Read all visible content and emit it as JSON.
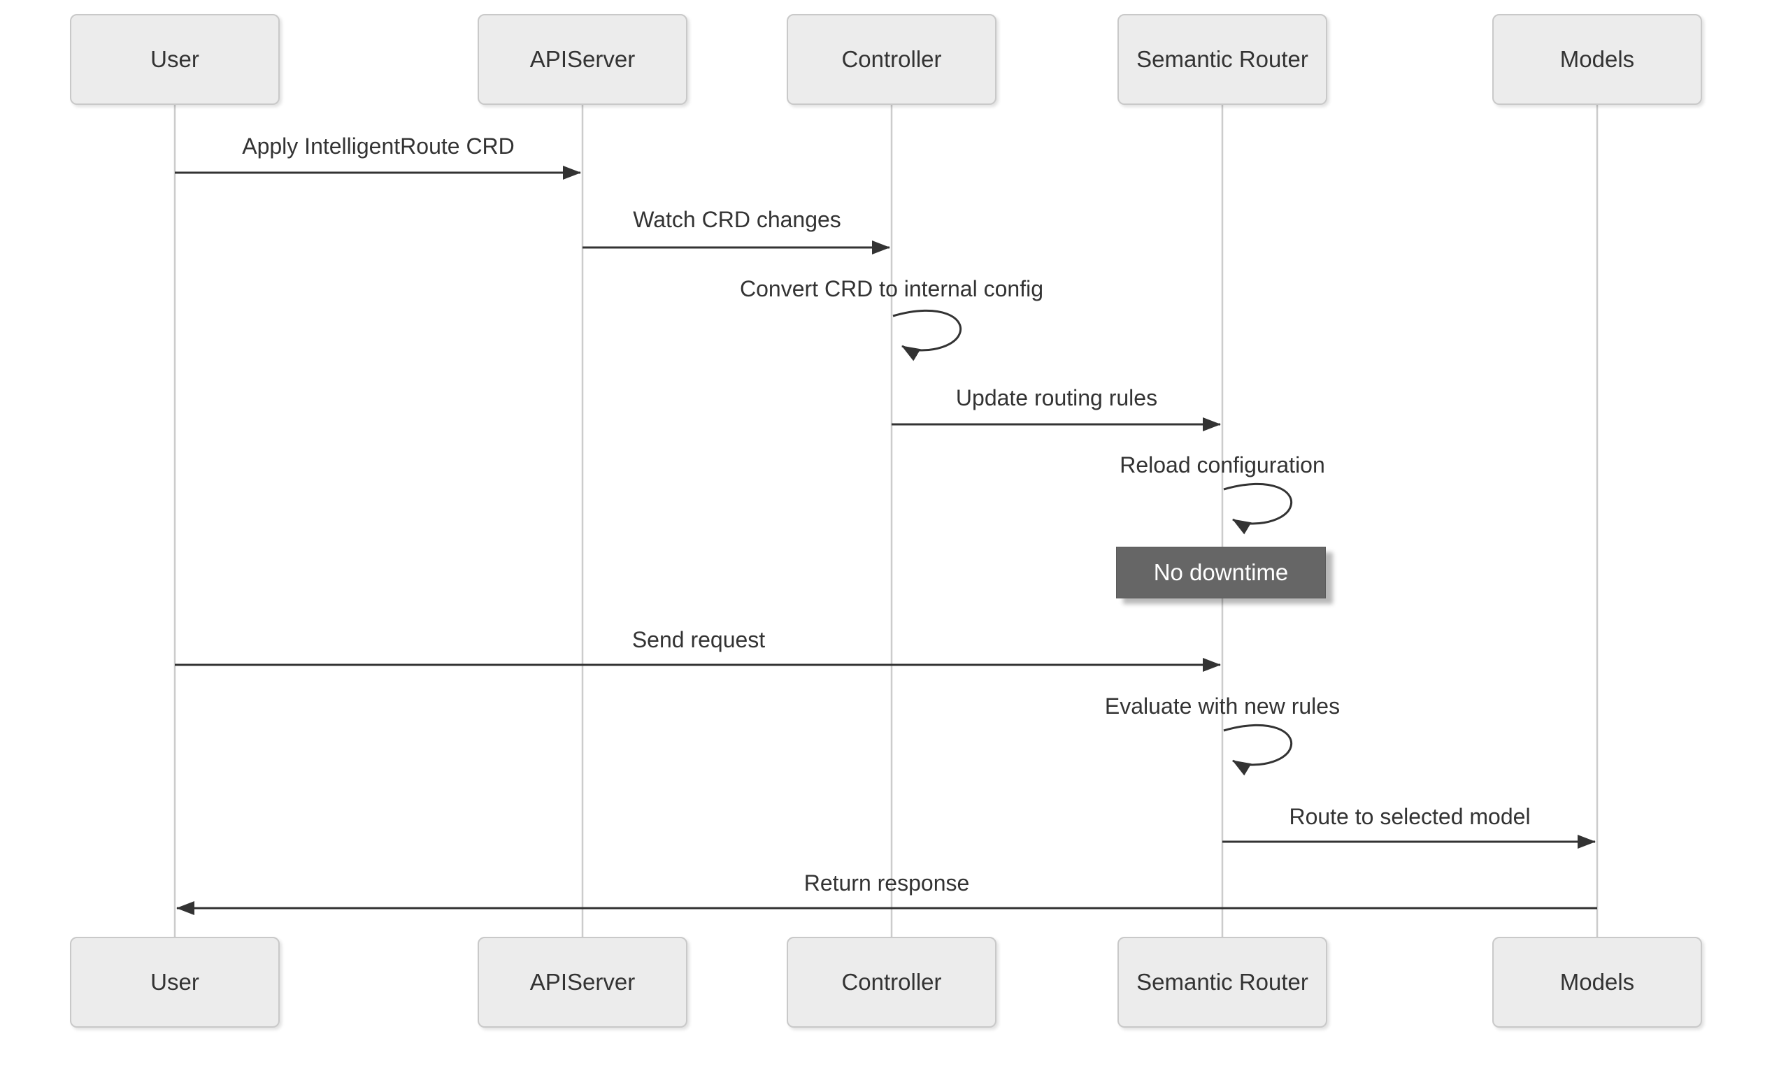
{
  "diagram": {
    "type": "sequence-diagram",
    "actors": [
      {
        "id": "user",
        "label": "User"
      },
      {
        "id": "apiserver",
        "label": "APIServer"
      },
      {
        "id": "controller",
        "label": "Controller"
      },
      {
        "id": "semantic-router",
        "label": "Semantic Router"
      },
      {
        "id": "models",
        "label": "Models"
      }
    ],
    "messages": [
      {
        "from": "User",
        "to": "APIServer",
        "text": "Apply IntelligentRoute CRD",
        "kind": "arrow"
      },
      {
        "from": "APIServer",
        "to": "Controller",
        "text": "Watch CRD changes",
        "kind": "arrow"
      },
      {
        "from": "Controller",
        "to": "Controller",
        "text": "Convert CRD to internal config",
        "kind": "self-loop"
      },
      {
        "from": "Controller",
        "to": "Semantic Router",
        "text": "Update routing rules",
        "kind": "arrow"
      },
      {
        "from": "Semantic Router",
        "to": "Semantic Router",
        "text": "Reload configuration",
        "kind": "self-loop"
      },
      {
        "from": "User",
        "to": "Semantic Router",
        "text": "Send request",
        "kind": "arrow"
      },
      {
        "from": "Semantic Router",
        "to": "Semantic Router",
        "text": "Evaluate with new rules",
        "kind": "self-loop"
      },
      {
        "from": "Semantic Router",
        "to": "Models",
        "text": "Route to selected model",
        "kind": "arrow"
      },
      {
        "from": "Models",
        "to": "User",
        "text": "Return response",
        "kind": "arrow"
      }
    ],
    "note": {
      "text": "No downtime",
      "over": "Semantic Router"
    },
    "colors": {
      "background": "#ffffff",
      "actor_fill": "#ececec",
      "actor_border": "#c9c9c9",
      "actor_text": "#333333",
      "lifeline": "#cccccc",
      "message_line": "#333333",
      "message_text": "#333333",
      "note_fill": "#666666",
      "note_text": "#ffffff"
    }
  }
}
